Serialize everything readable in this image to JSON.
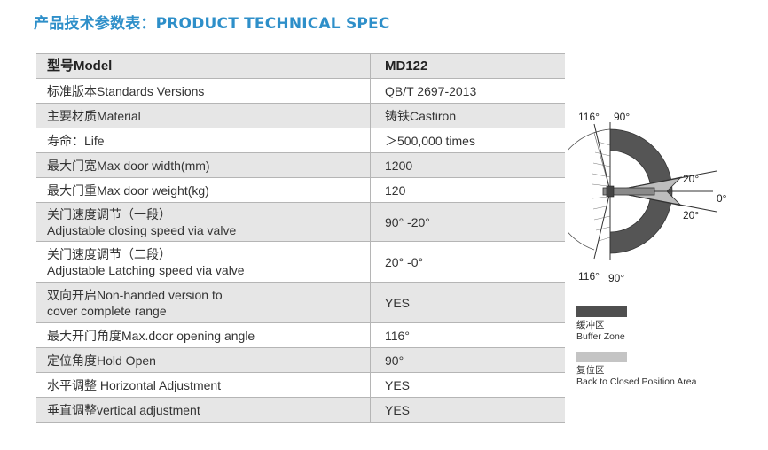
{
  "title": "产品技术参数表：PRODUCT TECHNICAL SPEC",
  "table": {
    "header": {
      "label": "型号Model",
      "value": "MD122"
    },
    "rows": [
      {
        "label": [
          "标准版本Standards Versions"
        ],
        "value": "QB/T 2697-2013"
      },
      {
        "label": [
          "主要材质Material"
        ],
        "value": "铸铁Castiron"
      },
      {
        "label": [
          "寿命：Life"
        ],
        "value": "＞500,000 times"
      },
      {
        "label": [
          "最大门宽Max door width(mm)"
        ],
        "value": "1200"
      },
      {
        "label": [
          "最大门重Max door weight(kg)"
        ],
        "value": "120"
      },
      {
        "label": [
          "关门速度调节（一段）",
          "Adjustable closing speed via valve"
        ],
        "value": "90°  -20°"
      },
      {
        "label": [
          "关门速度调节（二段）",
          "Adjustable Latching speed via valve"
        ],
        "value": "20°  -0°"
      },
      {
        "label": [
          "双向开启Non-handed version to",
          "cover complete range"
        ],
        "value": "YES"
      },
      {
        "label": [
          "最大开门角度Max.door opening angle"
        ],
        "value": "116°"
      },
      {
        "label": [
          "定位角度Hold Open"
        ],
        "value": "90°"
      },
      {
        "label": [
          "水平调整 Horizontal Adjustment"
        ],
        "value": "YES"
      },
      {
        "label": [
          "垂直调整vertical adjustment"
        ],
        "value": "YES"
      }
    ]
  },
  "diagram": {
    "labels": {
      "top_left": "116°",
      "top_right": "90°",
      "bottom_left": "116°",
      "bottom_right": "90°",
      "right_upper": "20°",
      "right_zero": "0°",
      "right_lower": "20°"
    },
    "colors": {
      "buffer": "#555555",
      "closing": "#bdbdbd",
      "lines": "#333333"
    }
  },
  "legend": [
    {
      "cn": "缓冲区",
      "en": "Buffer Zone",
      "color": "#4f4f4f"
    },
    {
      "cn": "复位区",
      "en": "Back to Closed Position Area",
      "color": "#c4c4c4"
    }
  ]
}
